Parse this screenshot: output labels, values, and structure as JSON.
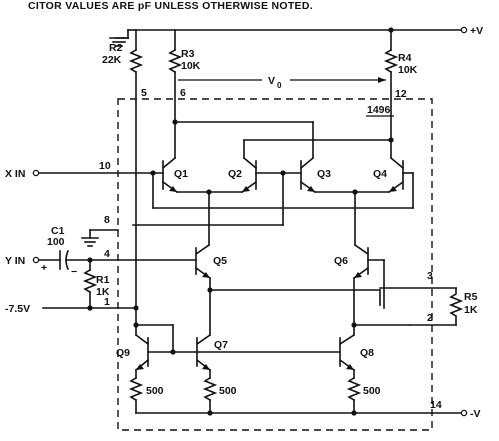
{
  "header_note": "CITOR VALUES ARE pF UNLESS OTHERWISE NOTED.",
  "ic_label": "1496",
  "supplies": {
    "pos": "+V",
    "neg": "-V",
    "neg_bias": "-7.5V"
  },
  "inputs": {
    "x": "X IN",
    "y": "Y IN"
  },
  "output": {
    "label": "V",
    "sub": "0"
  },
  "resistors": [
    {
      "ref": "R2",
      "value": "22K"
    },
    {
      "ref": "R3",
      "value": "10K"
    },
    {
      "ref": "R4",
      "value": "10K"
    },
    {
      "ref": "R1",
      "value": "1K"
    },
    {
      "ref": "R5",
      "value": "1K"
    }
  ],
  "emitter_resistors": [
    "500",
    "500",
    "500"
  ],
  "capacitor": {
    "ref": "C1",
    "value": "100",
    "plus": "+",
    "minus": "−"
  },
  "transistors": [
    "Q1",
    "Q2",
    "Q3",
    "Q4",
    "Q5",
    "Q6",
    "Q7",
    "Q8",
    "Q9"
  ],
  "pins": {
    "p5": "5",
    "p6": "6",
    "p12": "12",
    "p10": "10",
    "p8": "8",
    "p4": "4",
    "p1": "1",
    "p3": "3",
    "p2": "2",
    "p14": "14"
  }
}
